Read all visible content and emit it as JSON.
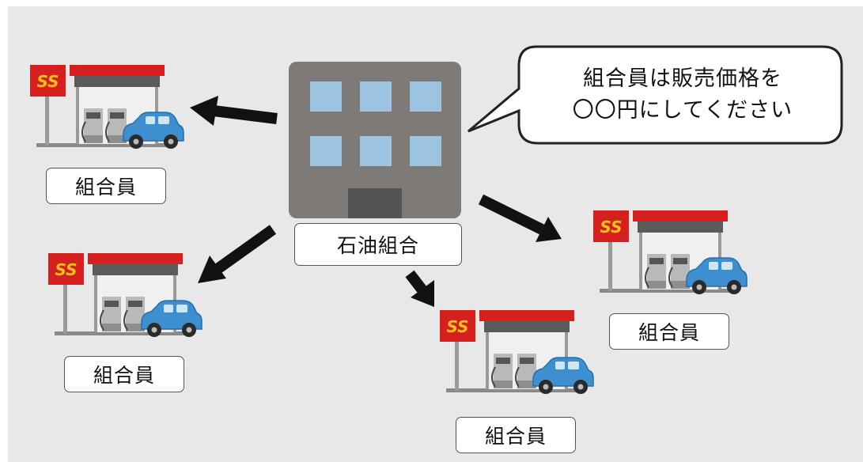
{
  "center": {
    "label": "石油組合"
  },
  "speech": {
    "line1": "組合員は販売価格を",
    "line2": "〇〇円にしてください"
  },
  "members": [
    {
      "label": "組合員",
      "sign": "SS"
    },
    {
      "label": "組合員",
      "sign": "SS"
    },
    {
      "label": "組合員",
      "sign": "SS"
    },
    {
      "label": "組合員",
      "sign": "SS"
    }
  ],
  "colors": {
    "panel": "#e8e8e8",
    "sign": "#d62020",
    "sign_text": "#f3c21b",
    "car": "#3d8fd0",
    "building": "#7d7a78",
    "window": "#9cc3e0"
  }
}
